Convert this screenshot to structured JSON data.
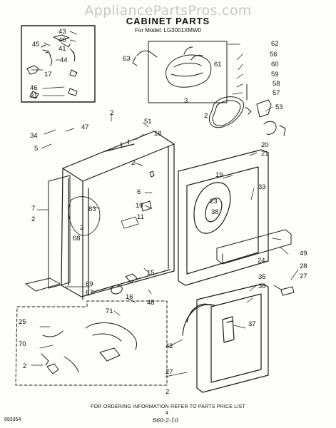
{
  "watermark": "AppliancePartsPros.com",
  "title": "CABINET PARTS",
  "model_line": "For Model: LG3001XMW0",
  "footer": "FOR ORDERING INFORMATION REFER TO PARTS PRICE LIST",
  "doc_number": "693354",
  "page_number": "4",
  "handwritten_note": "860-2-10",
  "callouts": [
    {
      "key": "c43",
      "label": "43"
    },
    {
      "key": "c45",
      "label": "45"
    },
    {
      "key": "c40",
      "label": "40"
    },
    {
      "key": "c41",
      "label": "41"
    },
    {
      "key": "c44",
      "label": "44"
    },
    {
      "key": "c17",
      "label": "17"
    },
    {
      "key": "c46",
      "label": "46"
    },
    {
      "key": "c31",
      "label": "31"
    },
    {
      "key": "c63",
      "label": "63"
    },
    {
      "key": "c62",
      "label": "62"
    },
    {
      "key": "c56",
      "label": "56"
    },
    {
      "key": "c60",
      "label": "60"
    },
    {
      "key": "c61",
      "label": "61"
    },
    {
      "key": "c59",
      "label": "59"
    },
    {
      "key": "c58",
      "label": "58"
    },
    {
      "key": "c57",
      "label": "57"
    },
    {
      "key": "c3",
      "label": "3"
    },
    {
      "key": "c2a",
      "label": "2"
    },
    {
      "key": "c53",
      "label": "53"
    },
    {
      "key": "c2b",
      "label": "2"
    },
    {
      "key": "c51",
      "label": "51"
    },
    {
      "key": "c34",
      "label": "34"
    },
    {
      "key": "c47",
      "label": "47"
    },
    {
      "key": "c18",
      "label": "18"
    },
    {
      "key": "c5",
      "label": "5"
    },
    {
      "key": "c20",
      "label": "20"
    },
    {
      "key": "c21",
      "label": "21"
    },
    {
      "key": "c2c",
      "label": "2"
    },
    {
      "key": "c19",
      "label": "19"
    },
    {
      "key": "c33",
      "label": "33"
    },
    {
      "key": "c6",
      "label": "6"
    },
    {
      "key": "c7",
      "label": "7"
    },
    {
      "key": "c83",
      "label": "83"
    },
    {
      "key": "c10",
      "label": "10"
    },
    {
      "key": "c23",
      "label": "23"
    },
    {
      "key": "c38",
      "label": "38"
    },
    {
      "key": "c2d",
      "label": "2"
    },
    {
      "key": "c2e",
      "label": "2"
    },
    {
      "key": "c11",
      "label": "11"
    },
    {
      "key": "c68",
      "label": "68"
    },
    {
      "key": "c24",
      "label": "24"
    },
    {
      "key": "c49",
      "label": "49"
    },
    {
      "key": "c15",
      "label": "15"
    },
    {
      "key": "c28",
      "label": "28"
    },
    {
      "key": "c69",
      "label": "69"
    },
    {
      "key": "c35",
      "label": "35"
    },
    {
      "key": "c27a",
      "label": "27"
    },
    {
      "key": "c67",
      "label": "67"
    },
    {
      "key": "c16",
      "label": "16"
    },
    {
      "key": "c48",
      "label": "48"
    },
    {
      "key": "c36",
      "label": "36"
    },
    {
      "key": "c71",
      "label": "71"
    },
    {
      "key": "c25",
      "label": "25"
    },
    {
      "key": "c37",
      "label": "37"
    },
    {
      "key": "c70",
      "label": "70"
    },
    {
      "key": "c42",
      "label": "42"
    },
    {
      "key": "c2f",
      "label": "2"
    },
    {
      "key": "c27b",
      "label": "27"
    },
    {
      "key": "c2g",
      "label": "2"
    }
  ]
}
